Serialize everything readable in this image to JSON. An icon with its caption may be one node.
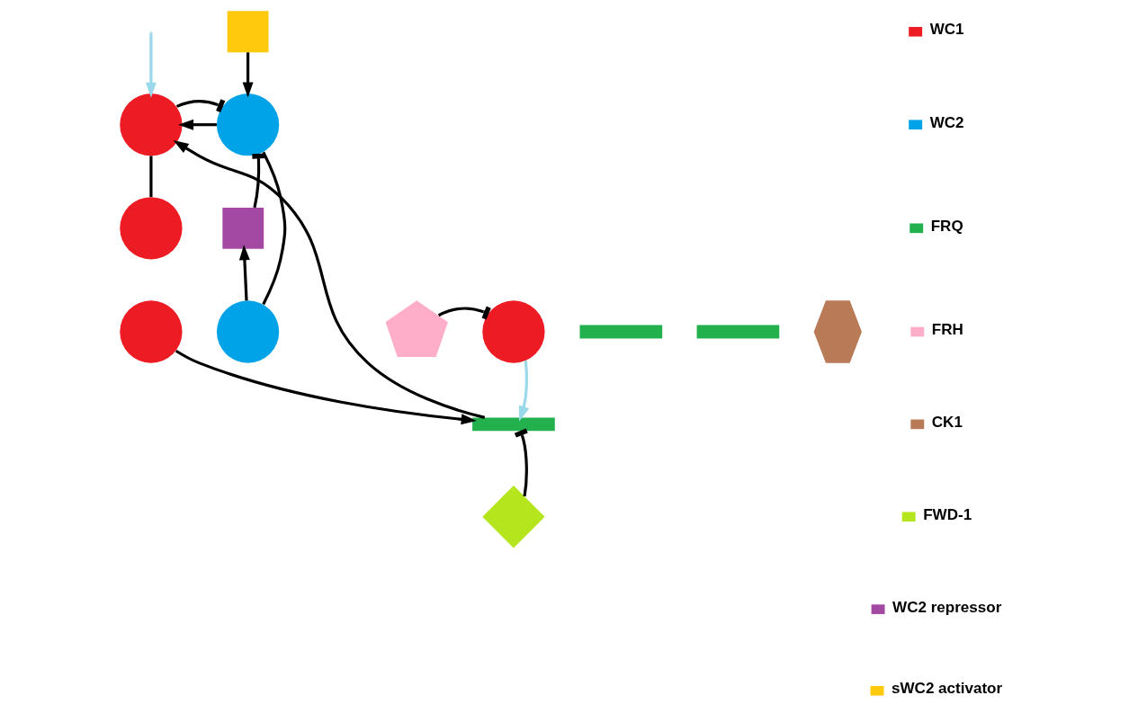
{
  "diagram": {
    "nodes": [
      {
        "text": [],
        "shape": "box"
      },
      {
        "text": [],
        "shape": "circle"
      },
      {
        "text": [],
        "shape": "circle"
      },
      {
        "text": [],
        "shape": "box"
      },
      {
        "text": [],
        "shape": "circle"
      },
      {
        "text": [],
        "shape": "circle"
      },
      {
        "text": [],
        "shape": "circle"
      },
      {
        "text": [],
        "shape": "circle"
      },
      {
        "text": [],
        "shape": "pentagon"
      },
      {
        "text": [],
        "shape": "bar"
      },
      {
        "text": [],
        "shape": "bar"
      },
      {
        "text": [],
        "shape": "hexagon"
      },
      {
        "text": [],
        "shape": "bar"
      },
      {
        "text": [],
        "shape": "diamond"
      }
    ],
    "edges": [
      {
        "from": null,
        "to": 1,
        "arrow": "to",
        "color": "#99d9ea"
      },
      {
        "from": 2,
        "to": 1,
        "arrow": "to"
      },
      {
        "from": 12,
        "to": 1,
        "arrow": "to"
      },
      {
        "from": 1,
        "to": 2,
        "arrow": "other"
      },
      {
        "from": 0,
        "to": 2,
        "arrow": "to"
      },
      {
        "from": 3,
        "to": 2,
        "arrow": "other"
      },
      {
        "from": 1,
        "to": 4,
        "arrow": "none"
      },
      {
        "from": 2,
        "to": 6,
        "arrow": "none"
      },
      {
        "from": 6,
        "to": 3,
        "arrow": "to"
      },
      {
        "from": 8,
        "to": 7,
        "arrow": "other"
      },
      {
        "from": 5,
        "to": 12,
        "arrow": "to"
      },
      {
        "from": 7,
        "to": 12,
        "arrow": "to",
        "color": "#99d9ea"
      },
      {
        "from": 13,
        "to": 12,
        "arrow": "other"
      }
    ],
    "legend": [
      {
        "text": "WC1",
        "color": "#ed1c24"
      },
      {
        "text": "WC2",
        "color": "#00a2e8"
      },
      {
        "text": "FRQ",
        "color": "#22b14c"
      },
      {
        "text": "FRH",
        "color": "#ffaec9"
      },
      {
        "text": "CK1",
        "color": "#b97a57"
      },
      {
        "text": "FWD-1",
        "color": "#b5e61d"
      },
      {
        "text": "WC2 repressor",
        "color": "#a349a4"
      },
      {
        "text": "sWC2 activator",
        "color": "#ffc90e"
      }
    ]
  }
}
